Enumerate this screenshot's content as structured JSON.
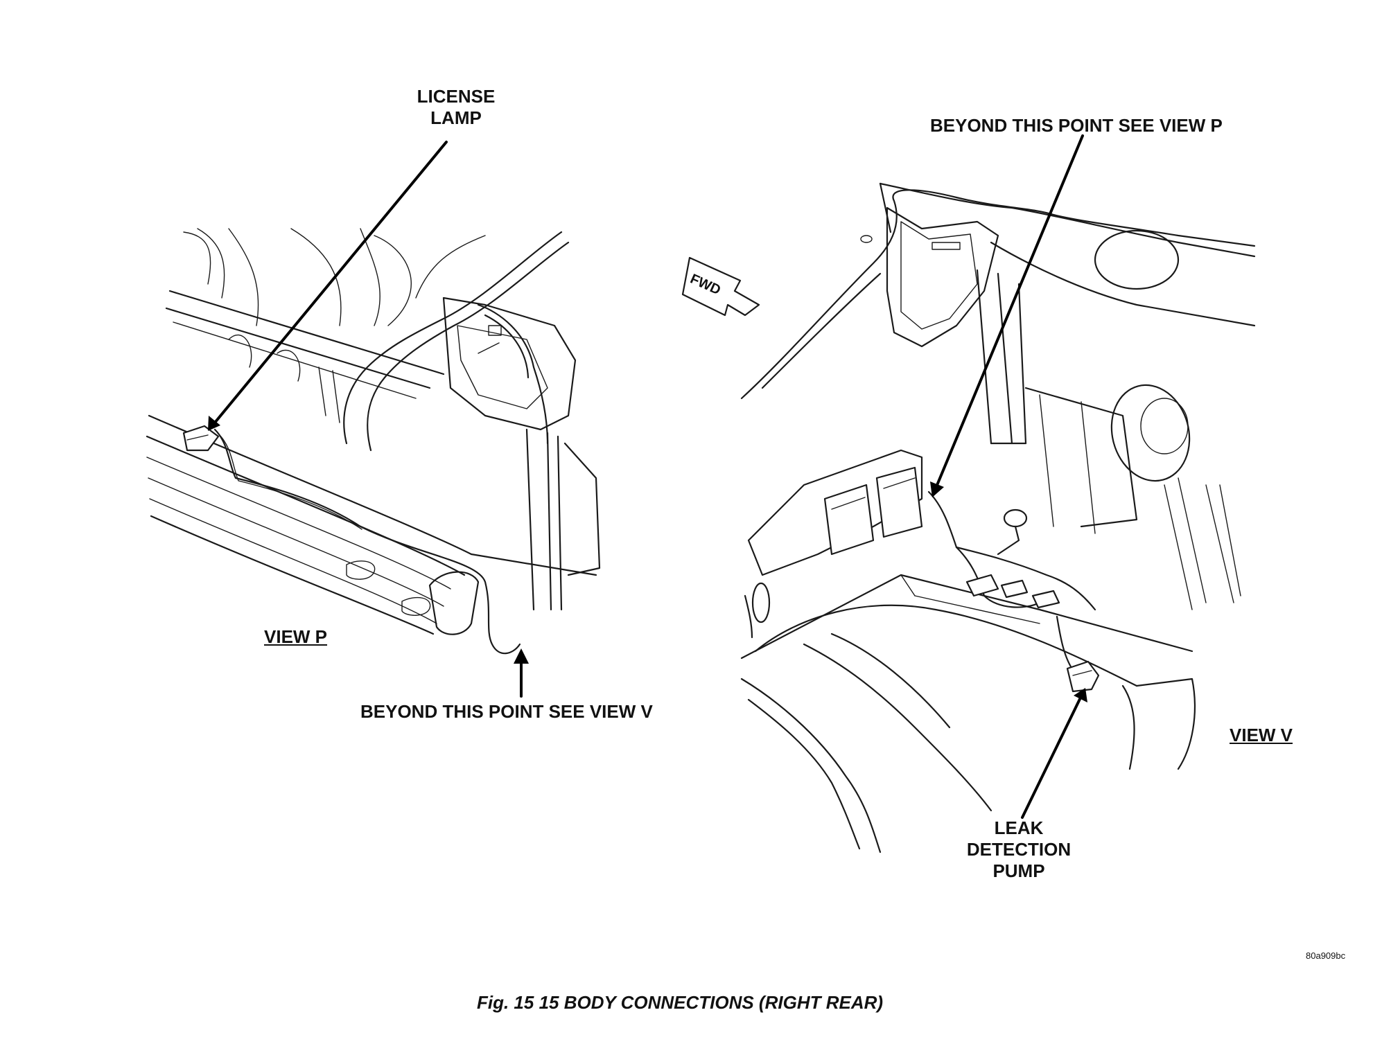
{
  "labels": {
    "license_lamp_line1": "LICENSE",
    "license_lamp_line2": "LAMP",
    "view_p": "VIEW P",
    "beyond_view_v": "BEYOND THIS POINT SEE VIEW V",
    "beyond_view_p": "BEYOND THIS POINT SEE VIEW P",
    "fwd": "FWD",
    "view_v": "VIEW V",
    "leak_line1": "LEAK",
    "leak_line2": "DETECTION",
    "leak_line3": "PUMP"
  },
  "figure_code": "80a909bc",
  "caption": "Fig. 15 15 BODY CONNECTIONS (RIGHT REAR)"
}
